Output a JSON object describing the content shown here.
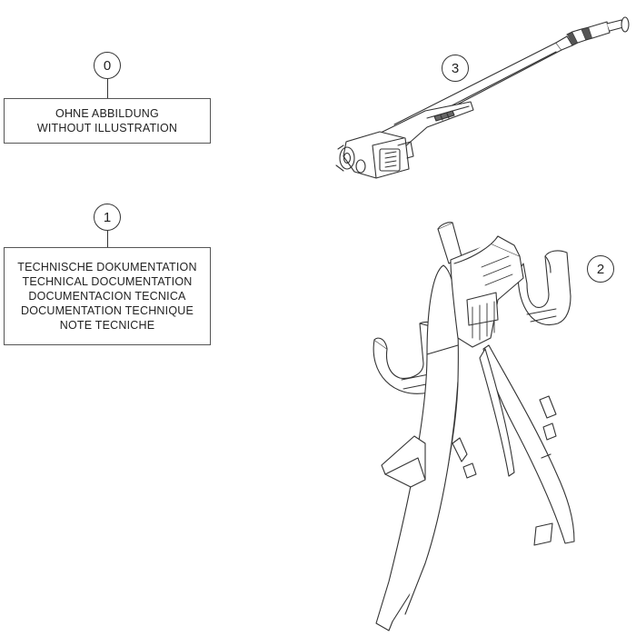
{
  "callouts": {
    "c0": "0",
    "c1": "1",
    "c2": "2",
    "c3": "3"
  },
  "box0": {
    "lines": [
      "OHNE ABBILDUNG",
      "WITHOUT ILLUSTRATION"
    ]
  },
  "box1": {
    "lines": [
      "TECHNISCHE DOKUMENTATION",
      "TECHNICAL DOCUMENTATION",
      "DOCUMENTACION TECNICA",
      "DOCUMENTATION TECHNIQUE",
      "NOTE TECNICHE"
    ]
  }
}
